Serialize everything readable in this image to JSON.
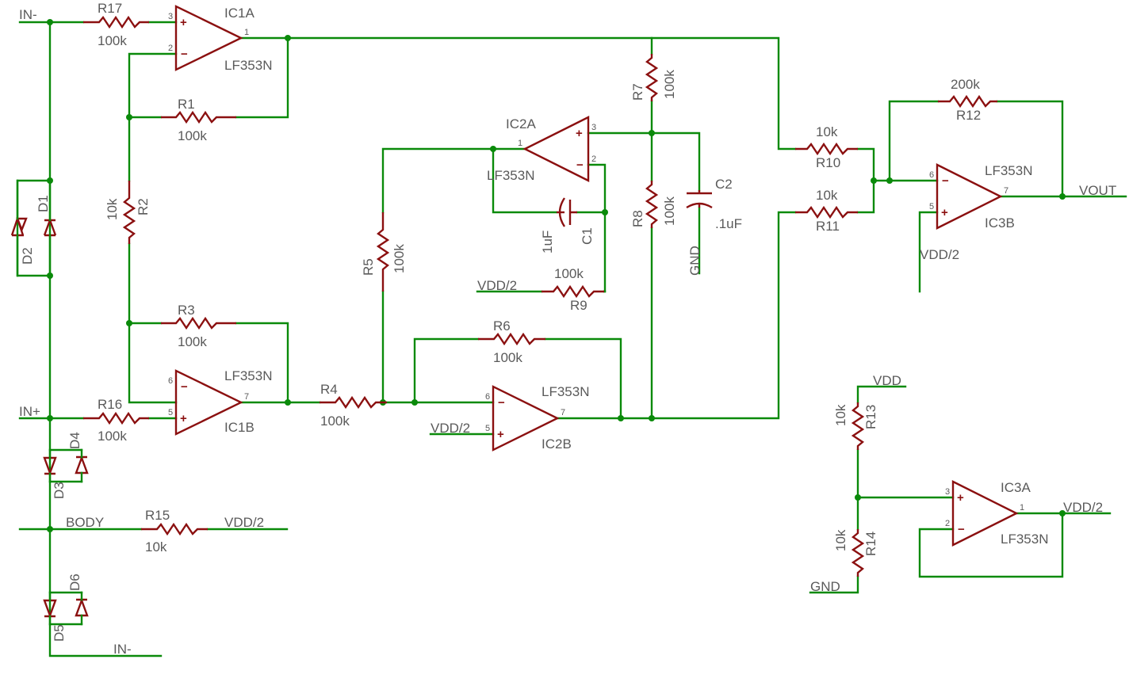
{
  "nets": {
    "in_minus_top": "IN-",
    "in_plus": "IN+",
    "body": "BODY",
    "vdd2_body": "VDD/2",
    "in_minus_bottom": "IN-",
    "vdd2_r9": "VDD/2",
    "vdd2_ic2b": "VDD/2",
    "gnd_c2": "GND",
    "vout": "VOUT",
    "vdd2_ic3b": "VDD/2",
    "vdd_r13": "VDD",
    "gnd_r14": "GND",
    "vdd2_out": "VDD/2"
  },
  "resistors": {
    "R17": {
      "name": "R17",
      "value": "100k"
    },
    "R1": {
      "name": "R1",
      "value": "100k"
    },
    "R2": {
      "name": "R2",
      "value": "10k"
    },
    "R3": {
      "name": "R3",
      "value": "100k"
    },
    "R16": {
      "name": "R16",
      "value": "100k"
    },
    "R15": {
      "name": "R15",
      "value": "10k"
    },
    "R4": {
      "name": "R4",
      "value": "100k"
    },
    "R5": {
      "name": "R5",
      "value": "100k"
    },
    "R6": {
      "name": "R6",
      "value": "100k"
    },
    "R9": {
      "name": "R9",
      "value": "100k"
    },
    "R7": {
      "name": "R7",
      "value": "100k"
    },
    "R8": {
      "name": "R8",
      "value": "100k"
    },
    "R10": {
      "name": "R10",
      "value": "10k"
    },
    "R11": {
      "name": "R11",
      "value": "10k"
    },
    "R12": {
      "name": "R12",
      "value": "200k"
    },
    "R13": {
      "name": "R13",
      "value": "10k"
    },
    "R14": {
      "name": "R14",
      "value": "10k"
    }
  },
  "capacitors": {
    "C1": {
      "name": "C1",
      "value": "1uF"
    },
    "C2": {
      "name": "C2",
      "value": ".1uF"
    }
  },
  "diodes": {
    "D1": "D1",
    "D2": "D2",
    "D3": "D3",
    "D4": "D4",
    "D5": "D5",
    "D6": "D6"
  },
  "opamps": {
    "IC1A": {
      "name": "IC1A",
      "part": "LF353N",
      "pins": [
        "3",
        "2",
        "1"
      ]
    },
    "IC1B": {
      "name": "IC1B",
      "part": "LF353N",
      "pins": [
        "5",
        "6",
        "7"
      ]
    },
    "IC2A": {
      "name": "IC2A",
      "part": "LF353N",
      "pins": [
        "3",
        "2",
        "1"
      ]
    },
    "IC2B": {
      "name": "IC2B",
      "part": "LF353N",
      "pins": [
        "6",
        "5",
        "7"
      ]
    },
    "IC3B": {
      "name": "IC3B",
      "part": "LF353N",
      "pins": [
        "6",
        "5",
        "7"
      ]
    },
    "IC3A": {
      "name": "IC3A",
      "part": "LF353N",
      "pins": [
        "3",
        "2",
        "1"
      ]
    }
  },
  "colors": {
    "wire": "#0a8a0a",
    "component": "#8b1010",
    "label": "#5a5a5a"
  }
}
